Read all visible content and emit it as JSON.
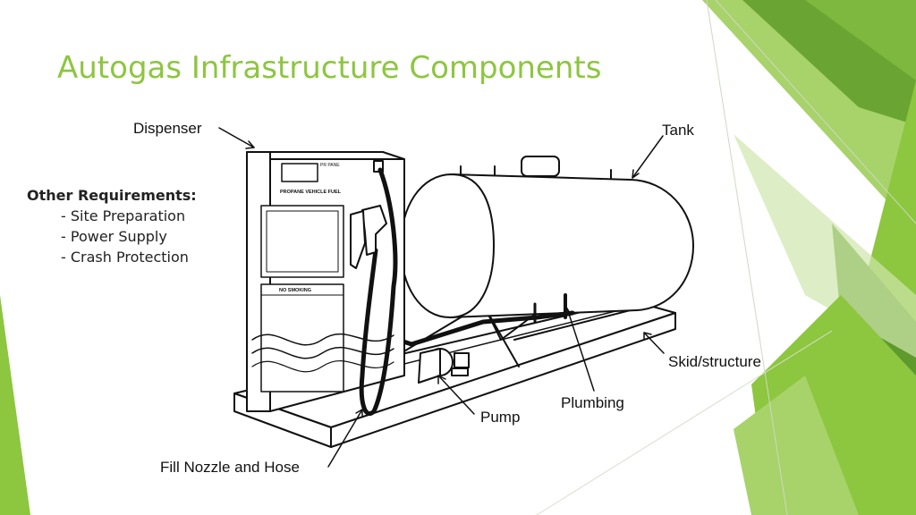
{
  "slide": {
    "title": "Autogas Infrastructure Components",
    "colors": {
      "title": "#8dc63f",
      "accent_dark": "#5e9a2c",
      "accent_light": "#a7d36a"
    }
  },
  "requirements": {
    "heading": "Other Requirements:",
    "items": [
      "- Site Preparation",
      "- Power Supply",
      "- Crash Protection"
    ]
  },
  "diagram": {
    "labels": {
      "dispenser": "Dispenser",
      "tank": "Tank",
      "skid": "Skid/structure",
      "plumbing": "Plumbing",
      "pump": "Pump",
      "fill_nozzle": "Fill Nozzle and Hose"
    },
    "dispenser_texts": {
      "brand": "PR PANE",
      "vehicle_fuel": "PROPANE VEHICLE FUEL",
      "no_smoking": "NO SMOKING"
    }
  }
}
